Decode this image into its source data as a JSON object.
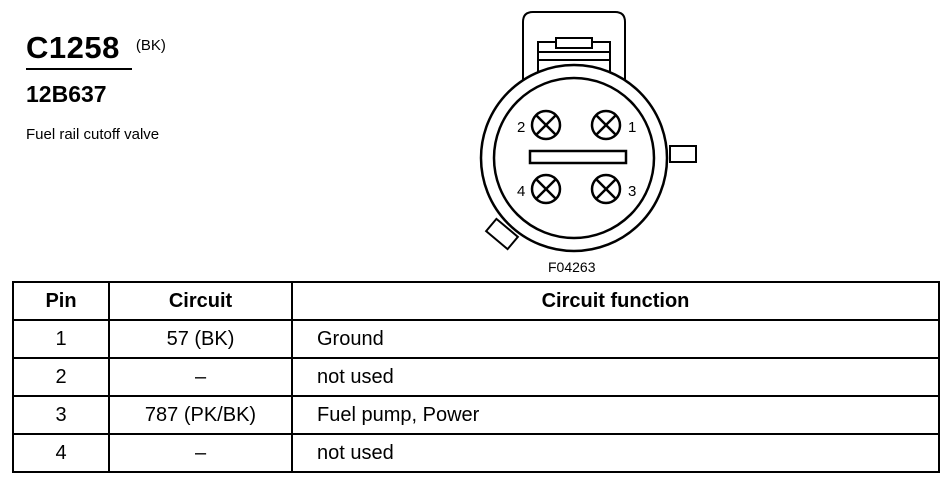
{
  "connector": {
    "id": "C1258",
    "color": "(BK)",
    "part_number": "12B637",
    "description": "Fuel rail cutoff valve"
  },
  "figure": {
    "label": "F04263",
    "pins": [
      {
        "number": "1"
      },
      {
        "number": "2"
      },
      {
        "number": "3"
      },
      {
        "number": "4"
      }
    ]
  },
  "table": {
    "headers": {
      "pin": "Pin",
      "circuit": "Circuit",
      "function": "Circuit function"
    },
    "rows": [
      {
        "pin": "1",
        "circuit": "57 (BK)",
        "function": "Ground"
      },
      {
        "pin": "2",
        "circuit": "–",
        "function": "not used"
      },
      {
        "pin": "3",
        "circuit": "787 (PK/BK)",
        "function": "Fuel pump, Power"
      },
      {
        "pin": "4",
        "circuit": "–",
        "function": "not used"
      }
    ]
  }
}
